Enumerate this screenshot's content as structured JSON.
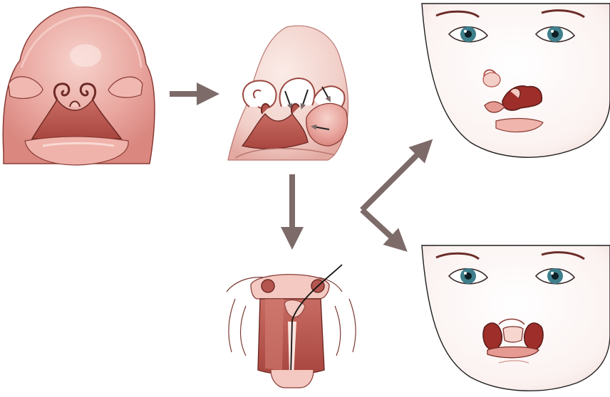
{
  "diagram": {
    "panels": [
      {
        "id": "embryo-face-early",
        "icon": "embryo-face-illustration"
      },
      {
        "id": "embryo-face-fusion",
        "icon": "embryo-fusion-illustration"
      },
      {
        "id": "palate-section",
        "icon": "palate-cross-section-illustration"
      },
      {
        "id": "infant-cleft-lip",
        "icon": "infant-face-cleft-lip-illustration"
      },
      {
        "id": "infant-bilateral-cleft",
        "icon": "infant-face-bilateral-cleft-illustration"
      }
    ],
    "arrows": [
      {
        "id": "arrow-right",
        "from": "embryo-face-early",
        "to": "embryo-face-fusion"
      },
      {
        "id": "arrow-down",
        "from": "embryo-face-fusion",
        "to": "palate-section"
      },
      {
        "id": "arrow-up-right",
        "from": "branch",
        "to": "infant-cleft-lip"
      },
      {
        "id": "arrow-down-right",
        "from": "branch",
        "to": "infant-bilateral-cleft"
      }
    ],
    "colors": {
      "skin": "#e9a7a0",
      "skin-light": "#f3c9c2",
      "tissue-dark": "#b4564f",
      "outline": "#5a2a26",
      "arrow": "#7d6b69",
      "iris": "#3f7f8c"
    }
  }
}
